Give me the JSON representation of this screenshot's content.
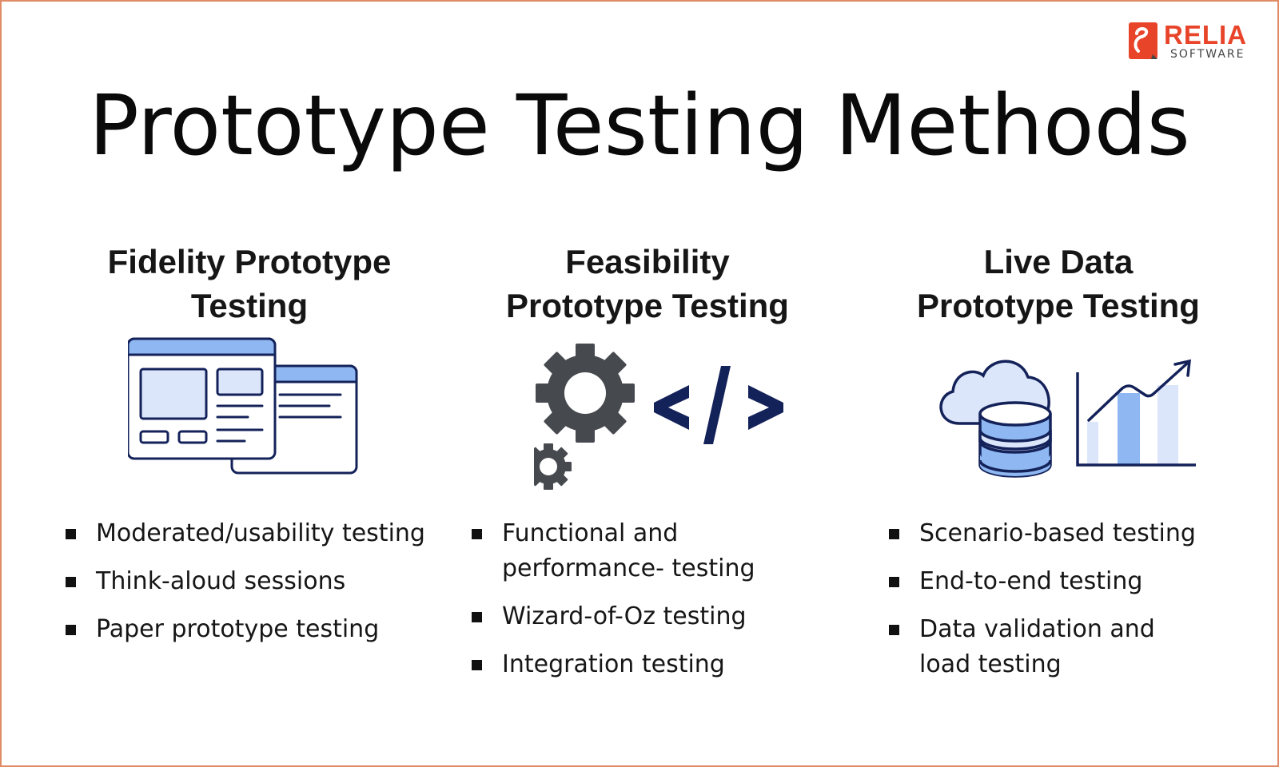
{
  "brand": {
    "name": "RELIA",
    "sub": "SOFTWARE",
    "color": "#e8442a",
    "border_color": "#e08a66"
  },
  "title": "Prototype Testing Methods",
  "columns": [
    {
      "heading_line1": "Fidelity Prototype",
      "heading_line2": "Testing",
      "icon": "browser-windows-wireframe-icon",
      "items": [
        "Moderated/usability testing",
        "Think-aloud sessions",
        "Paper prototype testing"
      ]
    },
    {
      "heading_line1": "Feasibility",
      "heading_line2": "Prototype Testing",
      "icon": "gears-and-code-icon",
      "items": [
        "Functional and performance- testing",
        "Wizard-of-Oz testing",
        "Integration testing"
      ]
    },
    {
      "heading_line1": "Live Data",
      "heading_line2": "Prototype Testing",
      "icon": "cloud-database-chart-icon",
      "items": [
        "Scenario-based testing",
        "End-to-end testing",
        "Data validation and load testing"
      ]
    }
  ],
  "colors": {
    "navy": "#14225a",
    "light_blue": "#dbe6fb",
    "mid_blue": "#8fb8f2",
    "gear_gray": "#464a4f"
  }
}
